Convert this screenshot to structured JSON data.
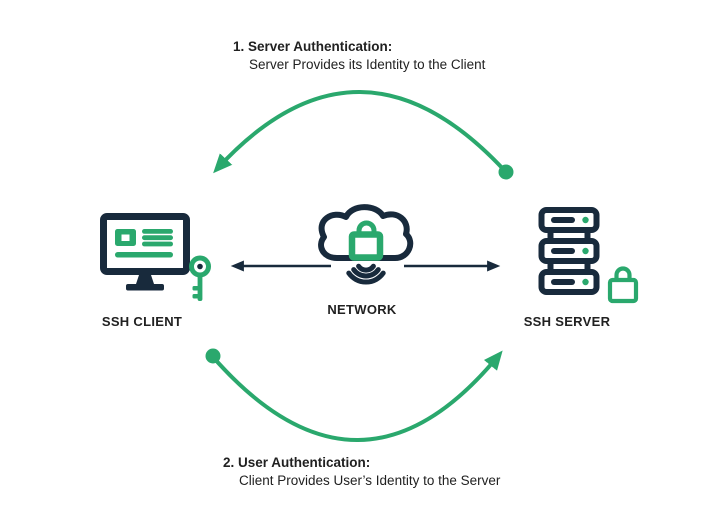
{
  "colors": {
    "green": "#2AA86D",
    "navy": "#182A3C",
    "text": "#212121",
    "background": "#FFFFFF"
  },
  "annotations": {
    "top": {
      "heading": "1. Server Authentication:",
      "body": "Server Provides its Identity to the Client"
    },
    "bottom": {
      "heading": "2. User Authentication:",
      "body": "Client Provides User’s Identity to the Server"
    }
  },
  "nodes": {
    "client": {
      "label": "SSH CLIENT"
    },
    "network": {
      "label": "NETWORK"
    },
    "server": {
      "label": "SSH SERVER"
    }
  },
  "icons": {
    "client": "monitor-icon",
    "client_badge": "key-icon",
    "network": "cloud-with-lock-icon",
    "network_waves": "wifi-waves-icon",
    "server": "server-rack-icon",
    "server_badge": "padlock-icon"
  },
  "edges": {
    "top_arc": "server-to-client curved arrow",
    "bottom_arc": "client-to-server curved arrow",
    "left_link": "network-to-client arrow",
    "right_link": "network-to-server arrow"
  }
}
